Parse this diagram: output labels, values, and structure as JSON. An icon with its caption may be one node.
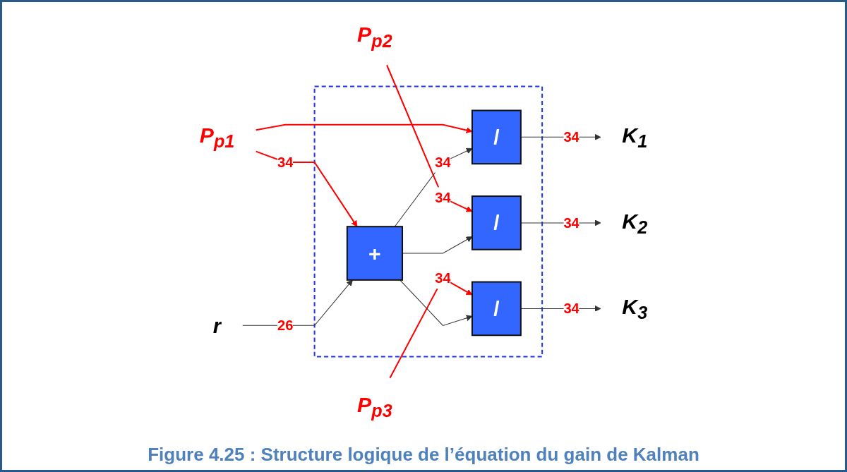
{
  "diagram": {
    "caption": "Figure 4.25 : Structure logique de l’équation du gain de Kalman",
    "nodes": [
      {
        "text": [],
        "shape": "box"
      },
      {
        "text": [
          "P$_{p1}$"
        ]
      },
      {
        "text": [
          "P$_{p2}$"
        ]
      },
      {
        "text": [
          "P$_{p3}$"
        ]
      },
      {
        "text": [
          "r"
        ]
      },
      {
        "text": [
          "+"
        ],
        "in": 0
      },
      {
        "text": [
          "/"
        ],
        "in": 0
      },
      {
        "text": [
          "/"
        ],
        "in": 0
      },
      {
        "text": [
          "/"
        ],
        "in": 0
      },
      {
        "text": [
          "K$_{1}$"
        ]
      },
      {
        "text": [
          "K$_{2}$"
        ]
      },
      {
        "text": [
          "K$_{3}$"
        ]
      }
    ],
    "edges": [
      {
        "from": 1,
        "to": 5,
        "arrow": "to",
        "label": "34",
        "color": "#ff0000"
      },
      {
        "from": 1,
        "to": 6,
        "arrow": "to",
        "color": "#ff0000"
      },
      {
        "from": 2,
        "to": 7,
        "arrow": "to",
        "label": "34",
        "color": "#ff0000"
      },
      {
        "from": 3,
        "to": 8,
        "arrow": "to",
        "label": "34",
        "color": "#ff0000"
      },
      {
        "from": 4,
        "to": 5,
        "arrow": "to",
        "label": "26"
      },
      {
        "from": 5,
        "to": 6,
        "arrow": "to",
        "label": "34"
      },
      {
        "from": 5,
        "to": 7,
        "arrow": "to"
      },
      {
        "from": 5,
        "to": 8,
        "arrow": "to"
      },
      {
        "from": 6,
        "to": 9,
        "arrow": "to",
        "label": "34"
      },
      {
        "from": 7,
        "to": 10,
        "arrow": "to",
        "label": "34"
      },
      {
        "from": 8,
        "to": 11,
        "arrow": "to",
        "label": "34"
      }
    ]
  }
}
